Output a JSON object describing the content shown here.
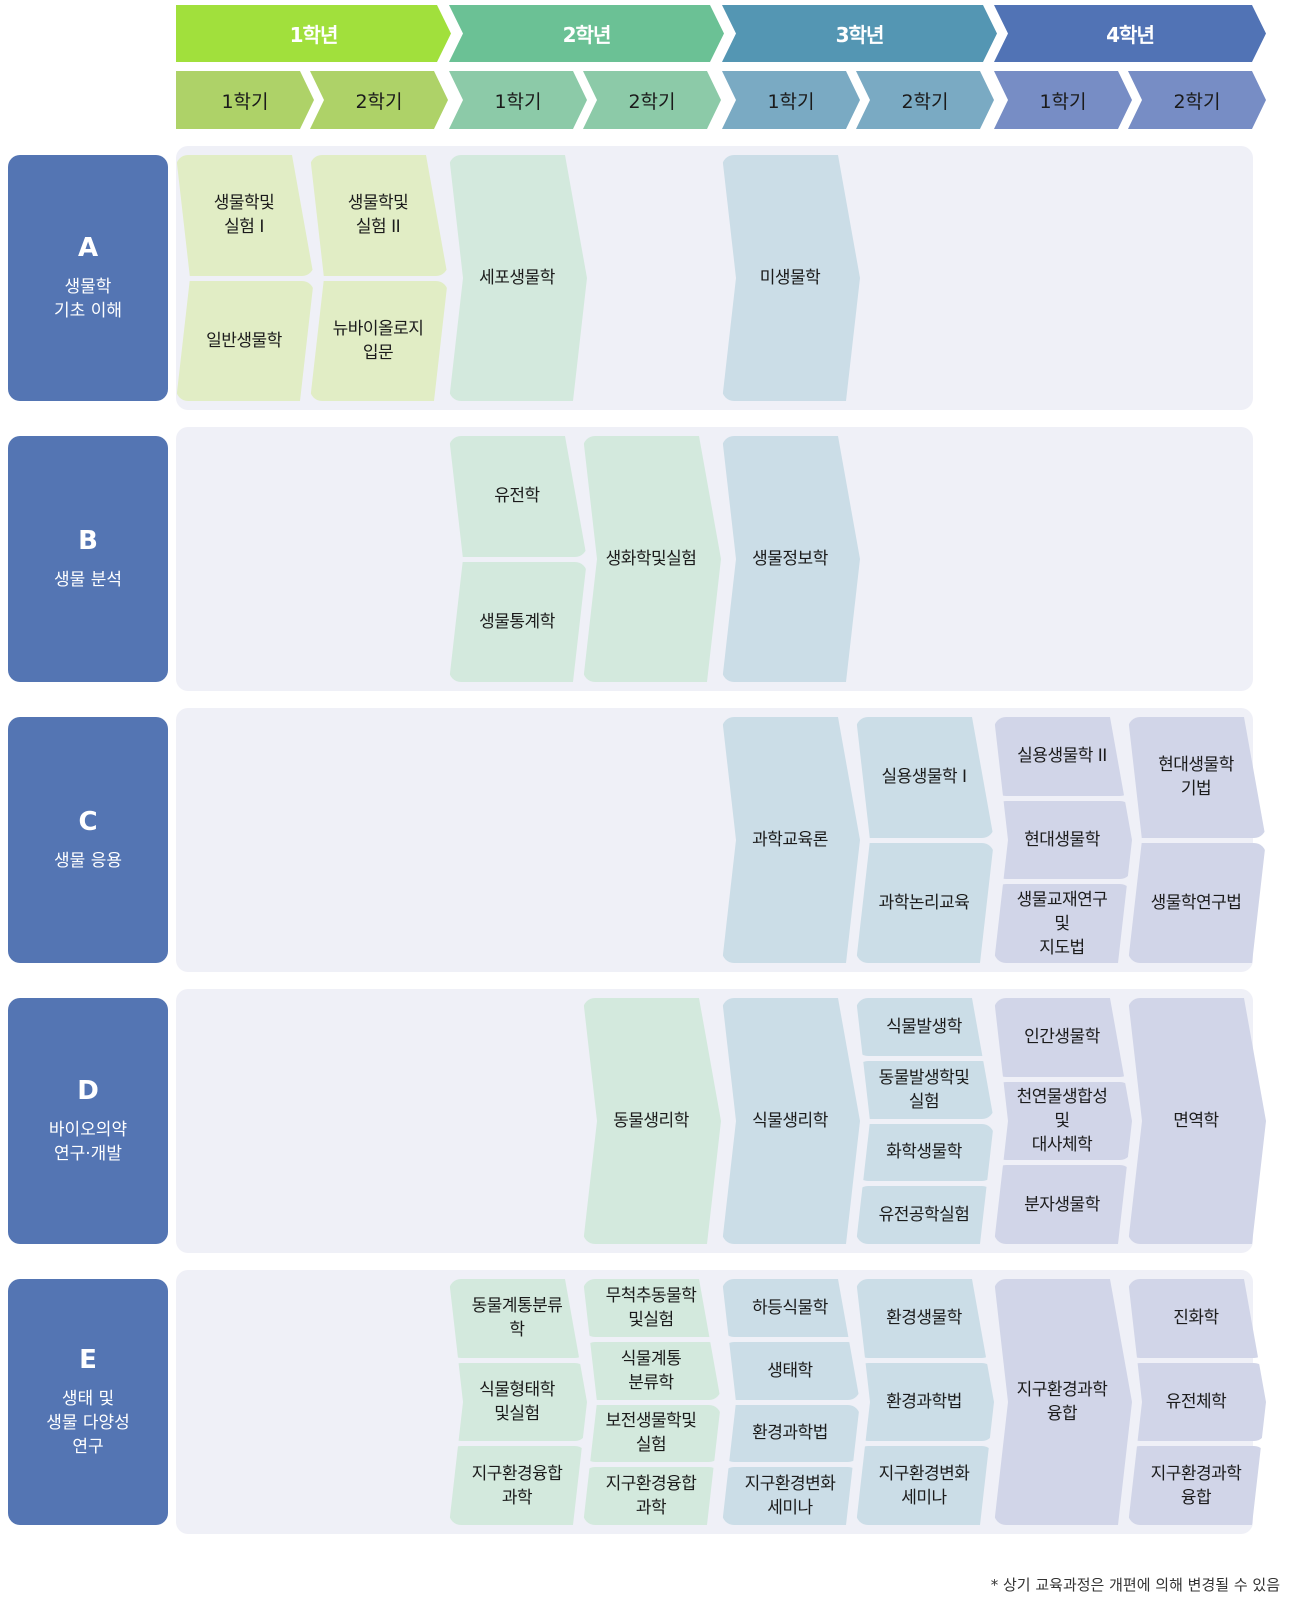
{
  "header": {
    "years": [
      {
        "label": "1학년",
        "color": "#a1e03c"
      },
      {
        "label": "2학년",
        "color": "#6bc195"
      },
      {
        "label": "3학년",
        "color": "#5496b3"
      },
      {
        "label": "4학년",
        "color": "#5173b5"
      }
    ],
    "semesters": [
      {
        "label": "1학기",
        "color": "#aed268"
      },
      {
        "label": "2학기",
        "color": "#aed268"
      },
      {
        "label": "1학기",
        "color": "#8ccaa8"
      },
      {
        "label": "2학기",
        "color": "#8ccaa8"
      },
      {
        "label": "1학기",
        "color": "#7aaac3"
      },
      {
        "label": "2학기",
        "color": "#7aaac3"
      },
      {
        "label": "1학기",
        "color": "#778dc5"
      },
      {
        "label": "2학기",
        "color": "#778dc5"
      }
    ]
  },
  "tracks": [
    {
      "letter": "A",
      "title": "생물학\n기초 이해",
      "columns": [
        {
          "col": 0,
          "tone": "lime",
          "courses": [
            "생물학및\n실험 I",
            "일반생물학"
          ]
        },
        {
          "col": 1,
          "tone": "lime",
          "courses": [
            "생물학및\n실험 II",
            "뉴바이올로지\n입문"
          ]
        },
        {
          "col": 2,
          "tone": "mint",
          "courses": [
            "세포생물학"
          ]
        },
        {
          "col": 4,
          "tone": "blue",
          "courses": [
            "미생물학"
          ]
        }
      ]
    },
    {
      "letter": "B",
      "title": "생물 분석",
      "columns": [
        {
          "col": 2,
          "tone": "mint",
          "courses": [
            "유전학",
            "생물통계학"
          ]
        },
        {
          "col": 3,
          "tone": "mint",
          "courses": [
            "생화학및실험"
          ]
        },
        {
          "col": 4,
          "tone": "blue",
          "courses": [
            "생물정보학"
          ]
        }
      ]
    },
    {
      "letter": "C",
      "title": "생물 응용",
      "columns": [
        {
          "col": 4,
          "tone": "blue",
          "courses": [
            "과학교육론"
          ]
        },
        {
          "col": 5,
          "tone": "blue",
          "courses": [
            "실용생물학 I",
            "과학논리교육"
          ]
        },
        {
          "col": 6,
          "tone": "lav",
          "courses": [
            "실용생물학 II",
            "현대생물학",
            "생물교재연구및\n지도법"
          ]
        },
        {
          "col": 7,
          "tone": "lav",
          "courses": [
            "현대생물학\n기법",
            "생물학연구법"
          ]
        }
      ]
    },
    {
      "letter": "D",
      "title": "바이오의약\n연구·개발",
      "columns": [
        {
          "col": 3,
          "tone": "mint",
          "courses": [
            "동물생리학"
          ]
        },
        {
          "col": 4,
          "tone": "blue",
          "courses": [
            "식물생리학"
          ]
        },
        {
          "col": 5,
          "tone": "blue",
          "courses": [
            "식물발생학",
            "동물발생학및\n실험",
            "화학생물학",
            "유전공학실험"
          ]
        },
        {
          "col": 6,
          "tone": "lav",
          "courses": [
            "인간생물학",
            "천연물생합성및\n대사체학",
            "분자생물학"
          ]
        },
        {
          "col": 7,
          "tone": "lav",
          "courses": [
            "면역학"
          ]
        }
      ]
    },
    {
      "letter": "E",
      "title": "생태 및\n생물 다양성\n연구",
      "columns": [
        {
          "col": 2,
          "tone": "mint",
          "courses": [
            "동물계통분류학",
            "식물형태학\n및실험",
            "지구환경융합과학"
          ]
        },
        {
          "col": 3,
          "tone": "mint",
          "courses": [
            "무척추동물학\n및실험",
            "식물계통\n분류학",
            "보전생물학및\n실험",
            "지구환경융합\n과학"
          ]
        },
        {
          "col": 4,
          "tone": "blue",
          "courses": [
            "하등식물학",
            "생태학",
            "환경과학법",
            "지구환경변화\n세미나"
          ]
        },
        {
          "col": 5,
          "tone": "blue",
          "courses": [
            "환경생물학",
            "환경과학법",
            "지구환경변화\n세미나"
          ]
        },
        {
          "col": 6,
          "tone": "lav",
          "courses": [
            "지구환경과학\n융합"
          ]
        },
        {
          "col": 7,
          "tone": "lav",
          "courses": [
            "진화학",
            "유전체학",
            "지구환경과학\n융합"
          ]
        }
      ]
    }
  ],
  "footnote": "* 상기 교육과정은 개편에 의해 변경될 수 있음"
}
